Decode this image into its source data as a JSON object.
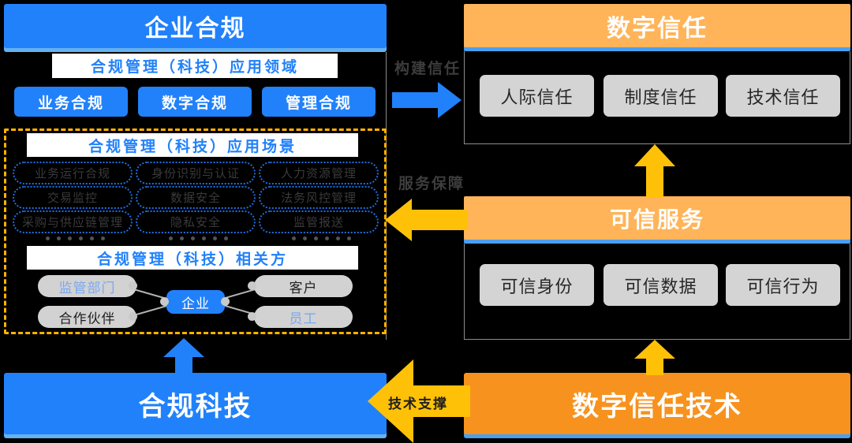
{
  "left": {
    "header": "企业合规",
    "domain_caption": "合规管理（科技）应用领域",
    "domains": [
      "业务合规",
      "数字合规",
      "管理合规"
    ],
    "scenario_caption": "合规管理（科技）应用场景",
    "scenario_columns": [
      [
        "业务运行合规",
        "交易监控",
        "采购与供应链管理"
      ],
      [
        "身份识别与认证",
        "数据安全",
        "隐私安全"
      ],
      [
        "人力资源管理",
        "法务风控管理",
        "监管报送"
      ]
    ],
    "stakeholder_caption": "合规管理（科技）相关方",
    "stakeholders": {
      "center": "企业",
      "top_left": "监管部门",
      "bottom_left": "合作伙伴",
      "top_right": "客户",
      "bottom_right": "员工"
    },
    "footer": "合规科技"
  },
  "right": {
    "trust_header": "数字信任",
    "trust_items": [
      "人际信任",
      "制度信任",
      "技术信任"
    ],
    "service_header": "可信服务",
    "service_items": [
      "可信身份",
      "可信数据",
      "可信行为"
    ],
    "footer": "数字信任技术"
  },
  "arrows": {
    "build_trust": "构建信任",
    "service_guarantee": "服务保障",
    "tech_support": "技术支撑"
  },
  "colors": {
    "blue": "#2181fa",
    "blue_shadow": "#64b1ef",
    "orange_light": "#ffb459",
    "orange_solid": "#f7921e",
    "amber_arrow": "#ffc107",
    "dashed_border": "#ffb300",
    "gray_chip": "#d4d4d4",
    "background": "#000000"
  }
}
